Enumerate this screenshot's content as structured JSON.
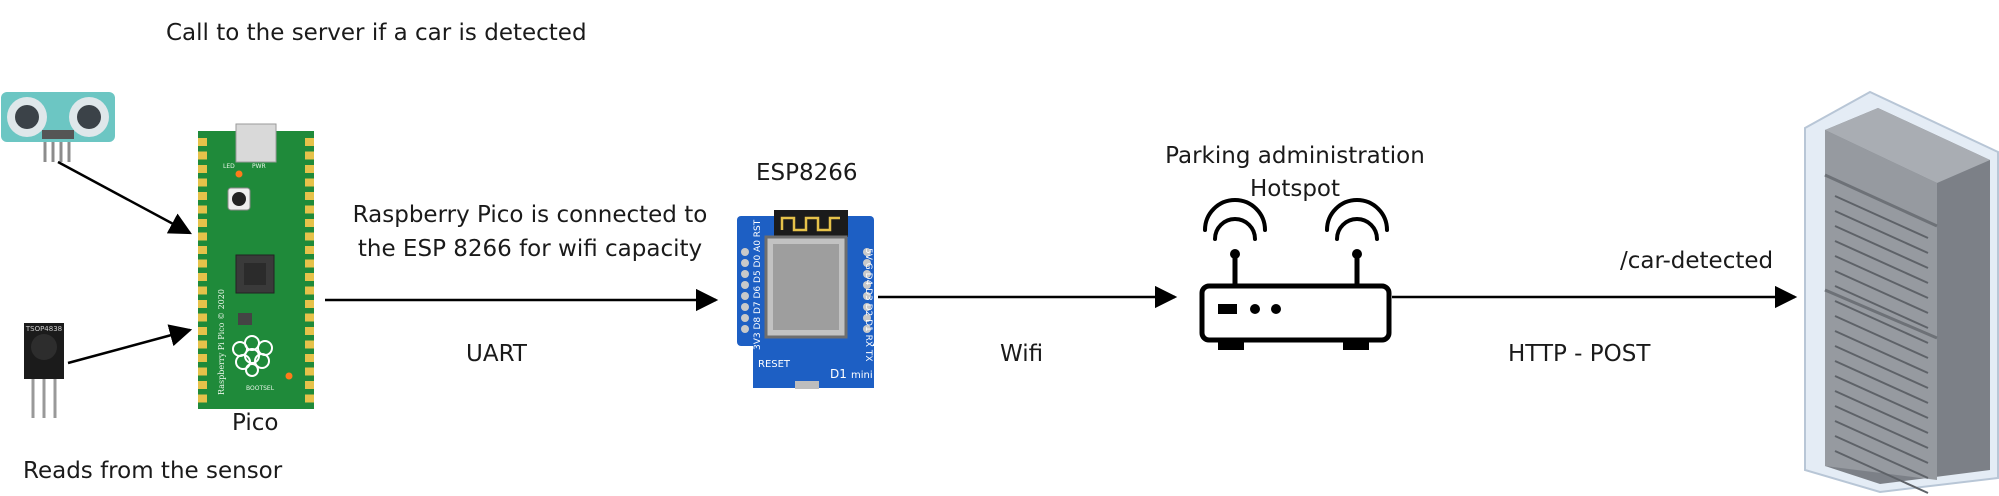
{
  "labels": {
    "top_call": "Call to the server if a car is detected",
    "reads_sensor": "Reads from the sensor",
    "pico": "Pico",
    "pico_esp_line1": "Raspberry Pico is connected to",
    "pico_esp_line2": "the ESP 8266 for wifi capacity",
    "uart": "UART",
    "esp_title": "ESP8266",
    "wifi": "Wifi",
    "parking_line1": "Parking administration",
    "parking_line2": "Hotspot",
    "endpoint": "/car-detected",
    "http": "HTTP - POST"
  },
  "board_text": {
    "pico_silk": "Raspberry Pi Pico © 2020",
    "pico_led": "LED",
    "pico_pwr": "PWR",
    "pico_bootsel": "BOOTSEL",
    "esp_reset": "RESET",
    "esp_model": "D1",
    "esp_mini": "mini",
    "esp_pins_left": "3V3 D8 D7 D6 D5 D0 A0 RST",
    "esp_pins_right": "5V G D4 D3 D2 D1 RX TX",
    "ir_part": "TSOP4838"
  },
  "icons": [
    "ultrasonic-sensor-icon",
    "ir-receiver-icon",
    "raspberry-pico-icon",
    "esp8266-board-icon",
    "router-icon",
    "server-rack-icon"
  ],
  "colors": {
    "pico_green": "#1f8a3a",
    "esp_blue": "#1d5fc4",
    "ultrasonic_teal": "#6cc6c3",
    "server_gray": "#8a8e94",
    "text": "#1a1a1a"
  }
}
